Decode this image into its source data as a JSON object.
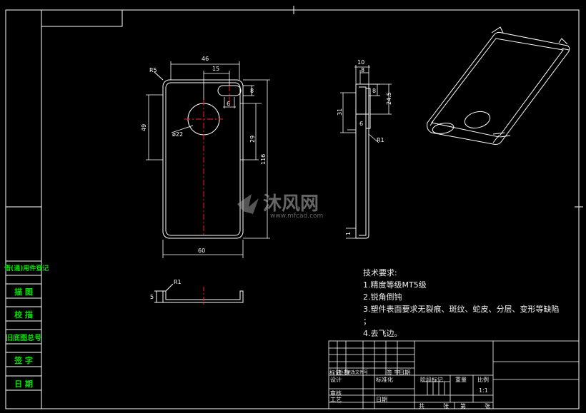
{
  "side_labels": [
    "借(通)用件登记",
    "描 图",
    "校 描",
    "旧底图总号",
    "签 字",
    "日 期"
  ],
  "dims": {
    "front_top": "46",
    "front_slot": "15",
    "front_slot_h": "8",
    "front_slot_w": "6",
    "front_h49": "49",
    "front_dia": "ø22",
    "front_29": "29",
    "front_116": "116",
    "front_60": "60",
    "front_r5": "R5",
    "side_10": "10",
    "side_8": "8",
    "side_8b": "8",
    "side_245": "24.5",
    "side_31": "31",
    "side_6": "6",
    "side_r1": "R1",
    "side_1": "1",
    "bottom_r1": "R1",
    "bottom_5": "5"
  },
  "watermark": {
    "brand": "沐风网",
    "url": "www.mfcad.com"
  },
  "notes": {
    "title": "技术要求:",
    "items": [
      "1.精度等级MT5级",
      "2.锐角倒钝",
      "3.塑件表面要求无裂痕、斑纹、蛇皮、分层、变形等缺陷",
      "；",
      "4.去飞边。"
    ]
  },
  "title_block": {
    "hdr": [
      "标记",
      "处数",
      "更改文件号",
      "签 字",
      "日期"
    ],
    "design": "设计",
    "std": "标准化",
    "review": "审核",
    "craft": "工艺",
    "date": "日期",
    "stage": "阶段标记",
    "weight": "重量",
    "scale_label": "比例",
    "scale": "1:1",
    "total": "共",
    "sheet": "张",
    "page": "第",
    "page_of": "张"
  },
  "colors": {
    "line": "#ffffff",
    "center": "#ff2020",
    "label": "#00e000"
  }
}
